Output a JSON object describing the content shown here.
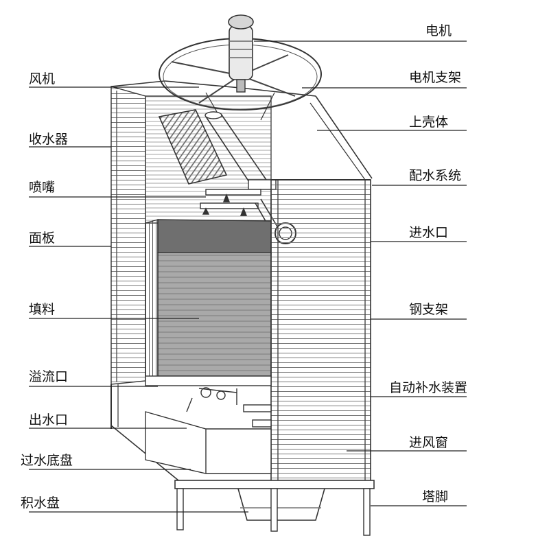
{
  "diagram": {
    "left_labels": [
      {
        "id": "fan",
        "text": "风机"
      },
      {
        "id": "drift-eliminator",
        "text": "收水器"
      },
      {
        "id": "nozzle",
        "text": "喷嘴"
      },
      {
        "id": "panel",
        "text": "面板"
      },
      {
        "id": "fill",
        "text": "填料"
      },
      {
        "id": "overflow",
        "text": "溢流口"
      },
      {
        "id": "water-outlet",
        "text": "出水口"
      },
      {
        "id": "basin-tray",
        "text": "过水底盘"
      },
      {
        "id": "collecting-basin",
        "text": "积水盘"
      }
    ],
    "right_labels": [
      {
        "id": "motor",
        "text": "电机"
      },
      {
        "id": "motor-bracket",
        "text": "电机支架"
      },
      {
        "id": "upper-shell",
        "text": "上壳体"
      },
      {
        "id": "distribution-system",
        "text": "配水系统"
      },
      {
        "id": "water-inlet",
        "text": "进水口"
      },
      {
        "id": "steel-frame",
        "text": "钢支架"
      },
      {
        "id": "auto-makeup",
        "text": "自动补水装置"
      },
      {
        "id": "air-inlet-louver",
        "text": "进风窗"
      },
      {
        "id": "tower-leg",
        "text": "塔脚"
      }
    ]
  }
}
